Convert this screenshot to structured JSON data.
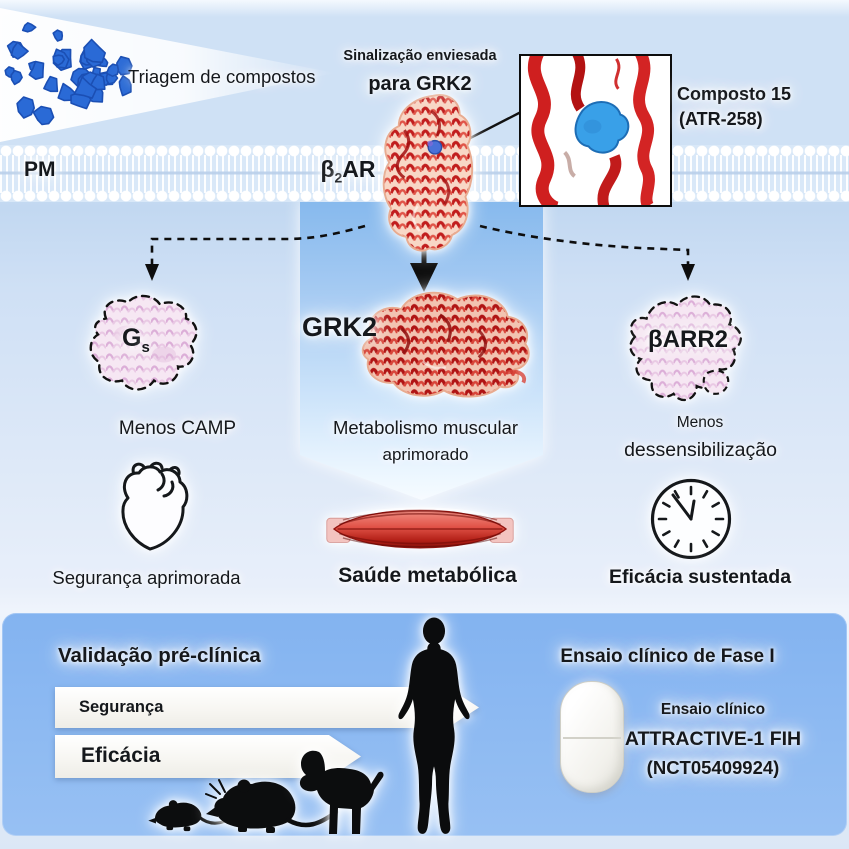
{
  "figure": {
    "screening_label": "Triagem de compostos",
    "signaling_line1": "Sinalização enviesada",
    "signaling_line2": "para GRK2",
    "membrane_label": "PM",
    "receptor": {
      "pre": "β",
      "sub": "2",
      "post": "AR"
    },
    "compound": {
      "line1": "Composto 15",
      "line2": "(ATR-258)"
    },
    "left_pathway": {
      "protein_main": "G",
      "protein_sub": "s",
      "effect": "Menos CAMP",
      "outcome": "Segurança aprimorada"
    },
    "center_pathway": {
      "protein": "GRK2",
      "effect_line1": "Metabolismo muscular",
      "effect_line2": "aprimorado",
      "outcome": "Saúde metabólica"
    },
    "right_pathway": {
      "protein": "βARR2",
      "effect_line1": "Menos",
      "effect_line2": "dessensibilização",
      "outcome": "Eficácia sustentada"
    }
  },
  "bottom_panel": {
    "preclinical_title": "Validação pré-clínica",
    "safety_bar": "Segurança",
    "efficacy_bar": "Eficácia",
    "clinical_title": "Ensaio clínico de Fase I",
    "trial_line1": "Ensaio clínico",
    "trial_line2": "ATTRACTIVE-1 FIH",
    "trial_line3": "(NCT05409924)"
  },
  "colors": {
    "compound_blue": "#2a6ad6",
    "compound_blue_dark": "#1b4fb4",
    "protein_red": "#c11d1d",
    "protein_pink": "#f6e7f3",
    "panel_blue": "#83b3f0",
    "ink": "#15181c"
  }
}
